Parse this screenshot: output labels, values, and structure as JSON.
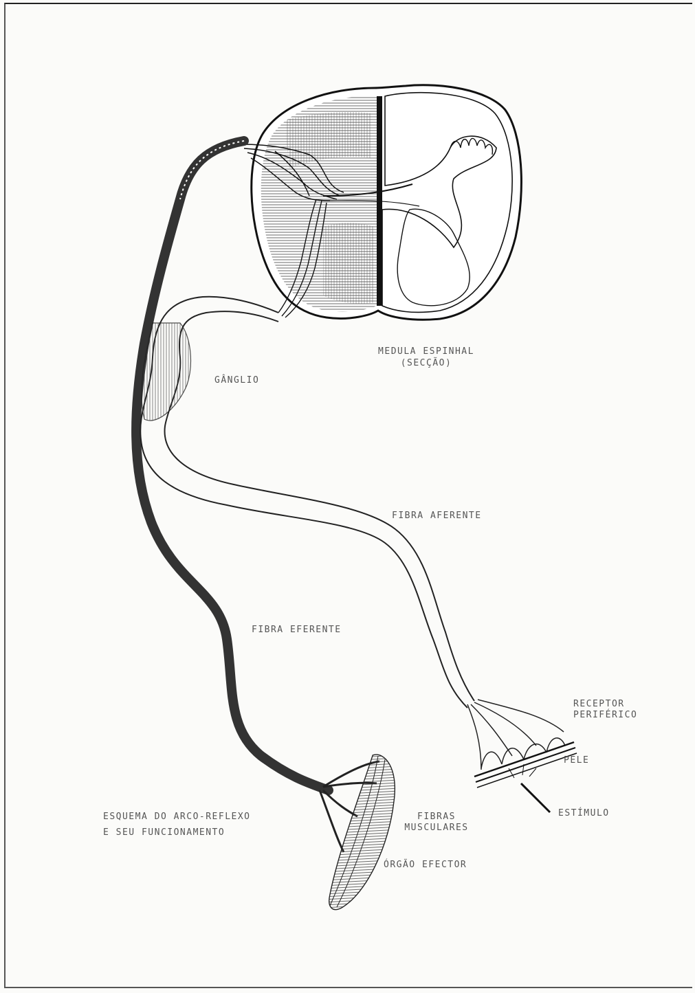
{
  "labels": {
    "spinal_cord": "MEDULA ESPINHAL",
    "section": "(SECÇÃO)",
    "ganglion": "GÂNGLIO",
    "afferent_fiber": "FIBRA AFERENTE",
    "efferent_fiber": "FIBRA EFERENTE",
    "receptor_line1": "RECEPTOR",
    "receptor_line2": "PERIFÉRICO",
    "skin": "PELE",
    "stimulus": "ESTÍMULO",
    "muscle_fibers_line1": "FIBRAS",
    "muscle_fibers_line2": "MUSCULARES",
    "effector_organ": "ÓRGÃO EFECTOR",
    "caption_line1": "ESQUEMA DO ARCO-REFLEXO",
    "caption_line2": "E SEU FUNCIONAMENTO"
  },
  "colors": {
    "ink": "#222222",
    "label": "#555555",
    "efferent": "#3a3a3a",
    "paper": "#fbfbf9"
  }
}
